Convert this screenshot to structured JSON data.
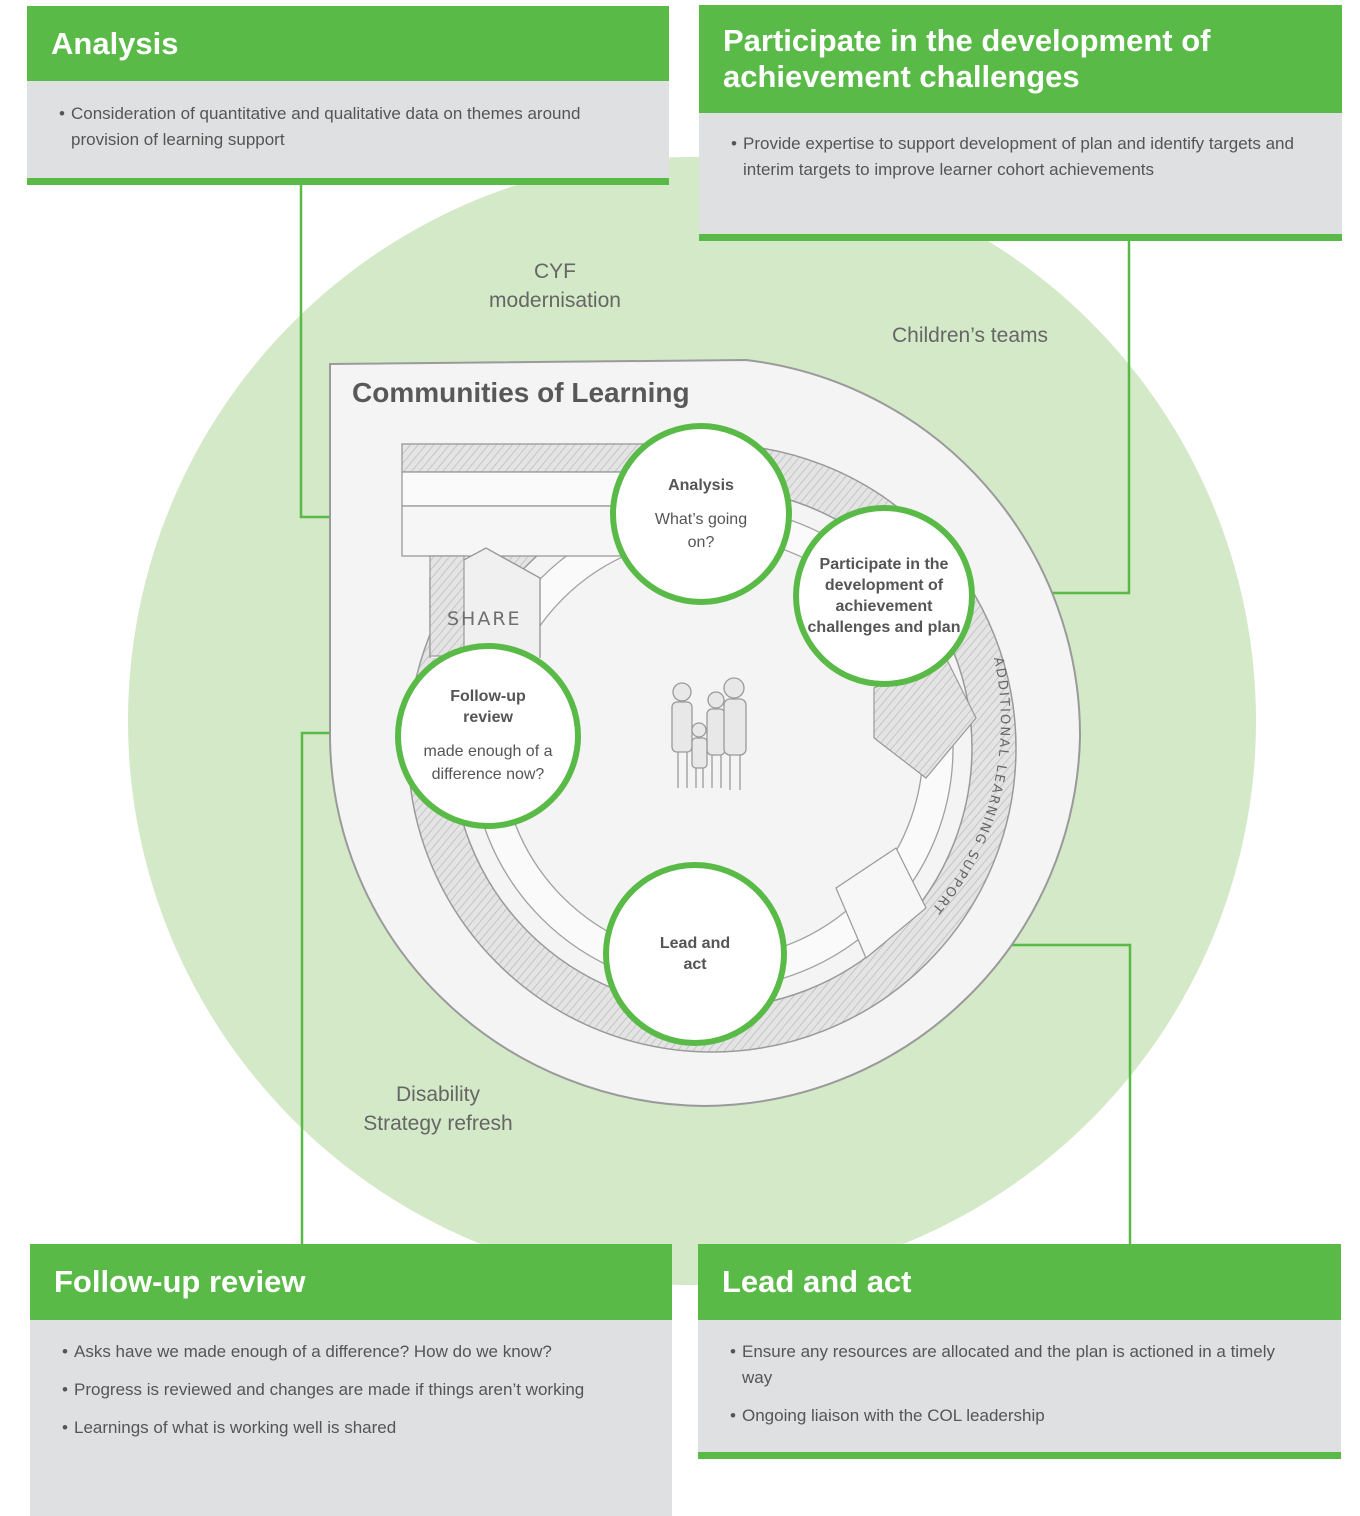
{
  "panels": {
    "analysis": {
      "title": "Analysis",
      "bullets": [
        "Consideration of quantitative and qualitative data on themes around provision of learning support"
      ]
    },
    "participate": {
      "title": "Participate in the development of achievement challenges",
      "bullets": [
        "Provide expertise to support development of plan and identify targets and interim targets to improve learner cohort achievements"
      ]
    },
    "follow_up": {
      "title": "Follow-up review",
      "bullets": [
        "Asks have we made enough of a difference? How do we know?",
        "Progress is reviewed and changes are made if things aren’t working",
        "Learnings of what is working well is shared"
      ]
    },
    "lead": {
      "title": "Lead and act",
      "bullets": [
        "Ensure any resources are allocated and the plan is actioned in a timely way",
        "Ongoing liaison with the COL leadership"
      ]
    }
  },
  "ring_labels": {
    "cyf": "CYF modernisation",
    "children": "Children’s teams",
    "disability": "Disability Strategy refresh"
  },
  "diagram": {
    "title": "Communities of Learning",
    "share": "SHARE",
    "ring_text": "ADDITIONAL LEARNING SUPPORT",
    "nodes": {
      "analysis": {
        "title": "Analysis",
        "sub": "What’s going on?"
      },
      "participate": {
        "title": "Participate in the development of achievement challenges and plan"
      },
      "follow_up": {
        "title": "Follow-up review",
        "sub": "made enough of a difference now?"
      },
      "lead": {
        "title": "Lead and act"
      }
    }
  },
  "colors": {
    "accent": "#5aba47",
    "circle": "#d3e9c7",
    "panel_body": "#dfe0e1"
  }
}
